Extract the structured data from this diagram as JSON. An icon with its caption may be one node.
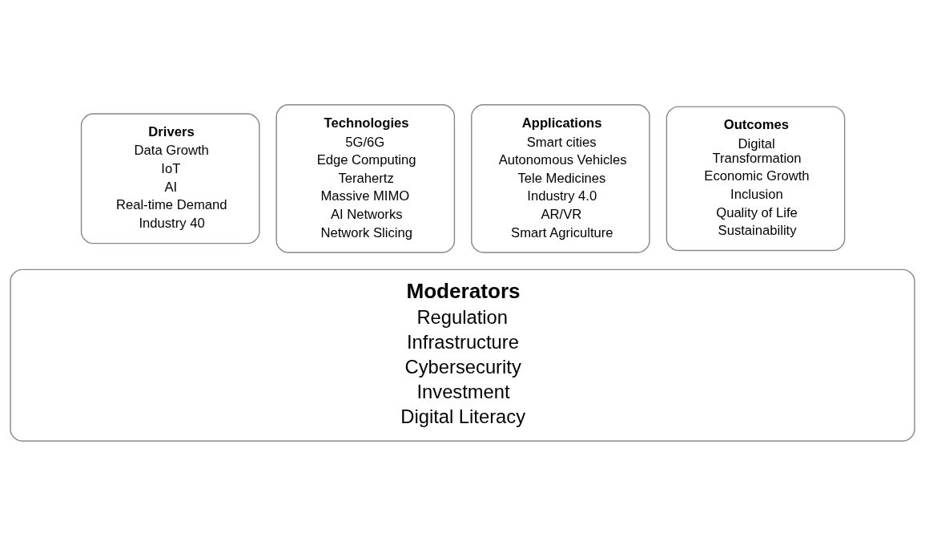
{
  "diagram": {
    "nodes": [
      {
        "text": [
          "Drivers",
          "Data Growth",
          "IoT",
          "AI",
          "Real-time Demand",
          "Industry 40"
        ]
      },
      {
        "text": [
          "Technologies",
          "5G/6G",
          "Edge Computing",
          "Terahertz",
          "Massive MIMO",
          "AI Networks",
          "Network Slicing"
        ]
      },
      {
        "text": [
          "Applications",
          "Smart cities",
          "Autonomous Vehicles",
          "Tele Medicines",
          "Industry 4.0",
          "AR/VR",
          "Smart Agriculture"
        ]
      },
      {
        "text": [
          "Outcomes",
          "Digital Transformation",
          "Economic Growth",
          "Inclusion",
          "Quality of Life",
          "Sustainability"
        ]
      },
      {
        "text": [
          "Moderators",
          "Regulation",
          "Infrastructure",
          "Cybersecurity",
          "Investment",
          "Digital Literacy"
        ]
      }
    ],
    "edges": []
  }
}
